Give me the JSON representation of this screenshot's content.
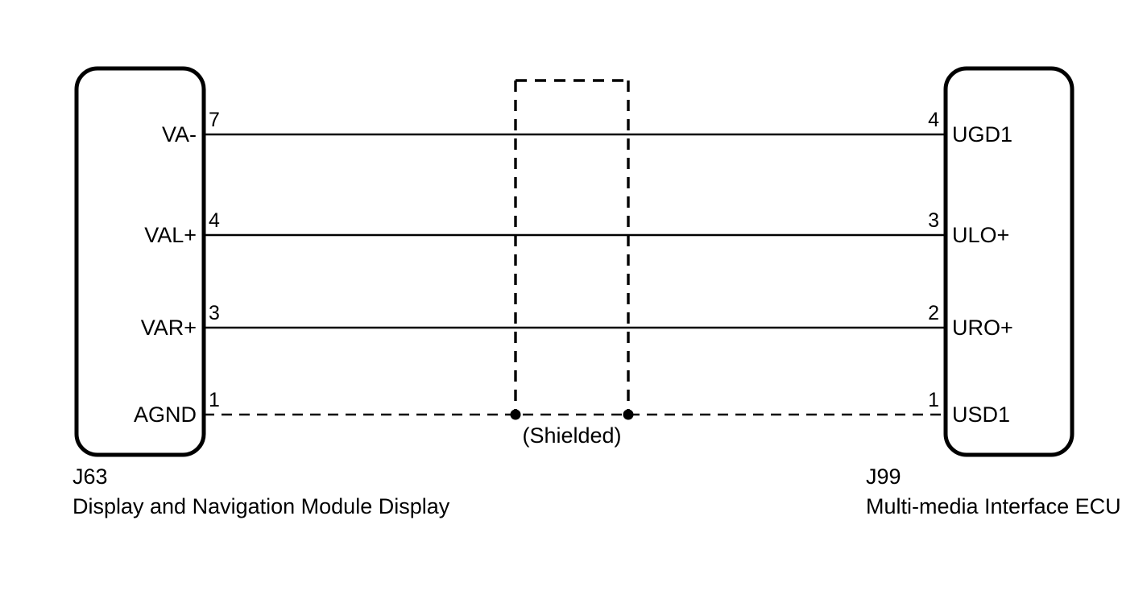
{
  "diagram": {
    "type": "automotive-wiring-harness-diagram",
    "shield_label": "(Shielded)",
    "left_connector": {
      "id": "J63",
      "name": "Display and Navigation Module Display",
      "pins": [
        {
          "pin": "7",
          "signal": "VA-"
        },
        {
          "pin": "4",
          "signal": "VAL+"
        },
        {
          "pin": "3",
          "signal": "VAR+"
        },
        {
          "pin": "1",
          "signal": "AGND"
        }
      ]
    },
    "right_connector": {
      "id": "J99",
      "name": "Multi-media Interface ECU",
      "pins": [
        {
          "pin": "4",
          "signal": "UGD1"
        },
        {
          "pin": "3",
          "signal": "ULO+"
        },
        {
          "pin": "2",
          "signal": "URO+"
        },
        {
          "pin": "1",
          "signal": "USD1"
        }
      ]
    },
    "wires": [
      {
        "from": "VA-",
        "to": "UGD1",
        "style": "solid"
      },
      {
        "from": "VAL+",
        "to": "ULO+",
        "style": "solid"
      },
      {
        "from": "VAR+",
        "to": "URO+",
        "style": "solid"
      },
      {
        "from": "AGND",
        "to": "USD1",
        "style": "dashed"
      }
    ],
    "colors": {
      "line": "#000000",
      "background": "#ffffff"
    }
  }
}
